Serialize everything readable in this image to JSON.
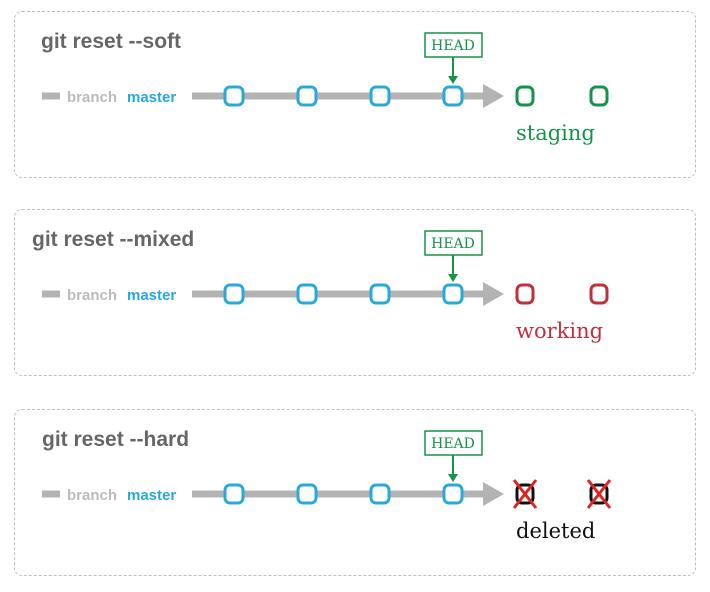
{
  "colors": {
    "border": "#bdbdbd",
    "title": "#666666",
    "timeline": "#b3b3b3",
    "branch_label": "#bbbbbb",
    "master": "#29a8dc",
    "commit": "#29a8dc",
    "head": "#159348",
    "staging": "#159348",
    "working": "#c0303b",
    "deleted_box": "#111111",
    "deleted_x": "#e02424",
    "deleted_text": "#111111"
  },
  "panels": [
    {
      "title": "git reset --soft",
      "branch_word": "branch",
      "branch_name": "master",
      "head_label": "HEAD",
      "commits_count": 4,
      "trailing_state": "staging",
      "trailing_label": "staging",
      "trailing_icon": "square-icon"
    },
    {
      "title": "git reset --mixed",
      "branch_word": "branch",
      "branch_name": "master",
      "head_label": "HEAD",
      "commits_count": 4,
      "trailing_state": "working",
      "trailing_label": "working",
      "trailing_icon": "square-icon"
    },
    {
      "title": "git reset --hard",
      "branch_word": "branch",
      "branch_name": "master",
      "head_label": "HEAD",
      "commits_count": 4,
      "trailing_state": "deleted",
      "trailing_label": "deleted",
      "trailing_icon": "crossed-square-icon"
    }
  ]
}
